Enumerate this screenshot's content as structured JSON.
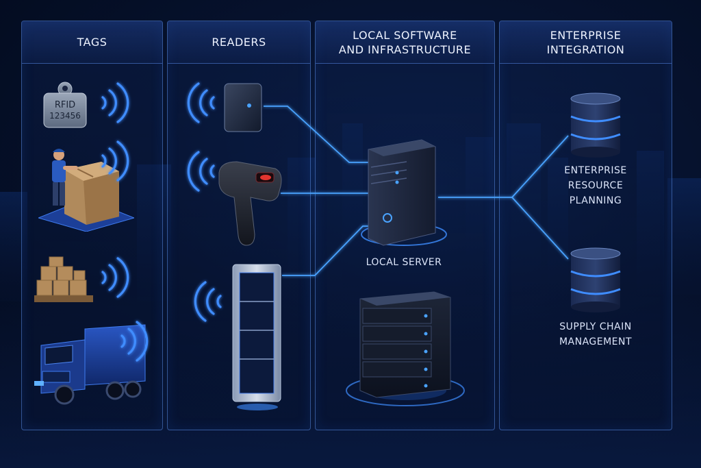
{
  "columns": [
    {
      "title": "TAGS"
    },
    {
      "title": "READERS"
    },
    {
      "title": "LOCAL SOFTWARE\nAND INFRASTRUCTURE"
    },
    {
      "title": "ENTERPRISE\nINTEGRATION"
    }
  ],
  "tag": {
    "line1": "RFID",
    "line2": "123456"
  },
  "infrastructure": {
    "server_label": "LOCAL SERVER"
  },
  "enterprise": {
    "erp_label": "ENTERPRISE\nRESOURCE\nPLANNING",
    "scm_label": "SUPPLY CHAIN\nMANAGEMENT"
  },
  "colors": {
    "accent": "#2f7bff",
    "glow": "#4aa3ff",
    "panel_border": "#5a8ce6"
  }
}
